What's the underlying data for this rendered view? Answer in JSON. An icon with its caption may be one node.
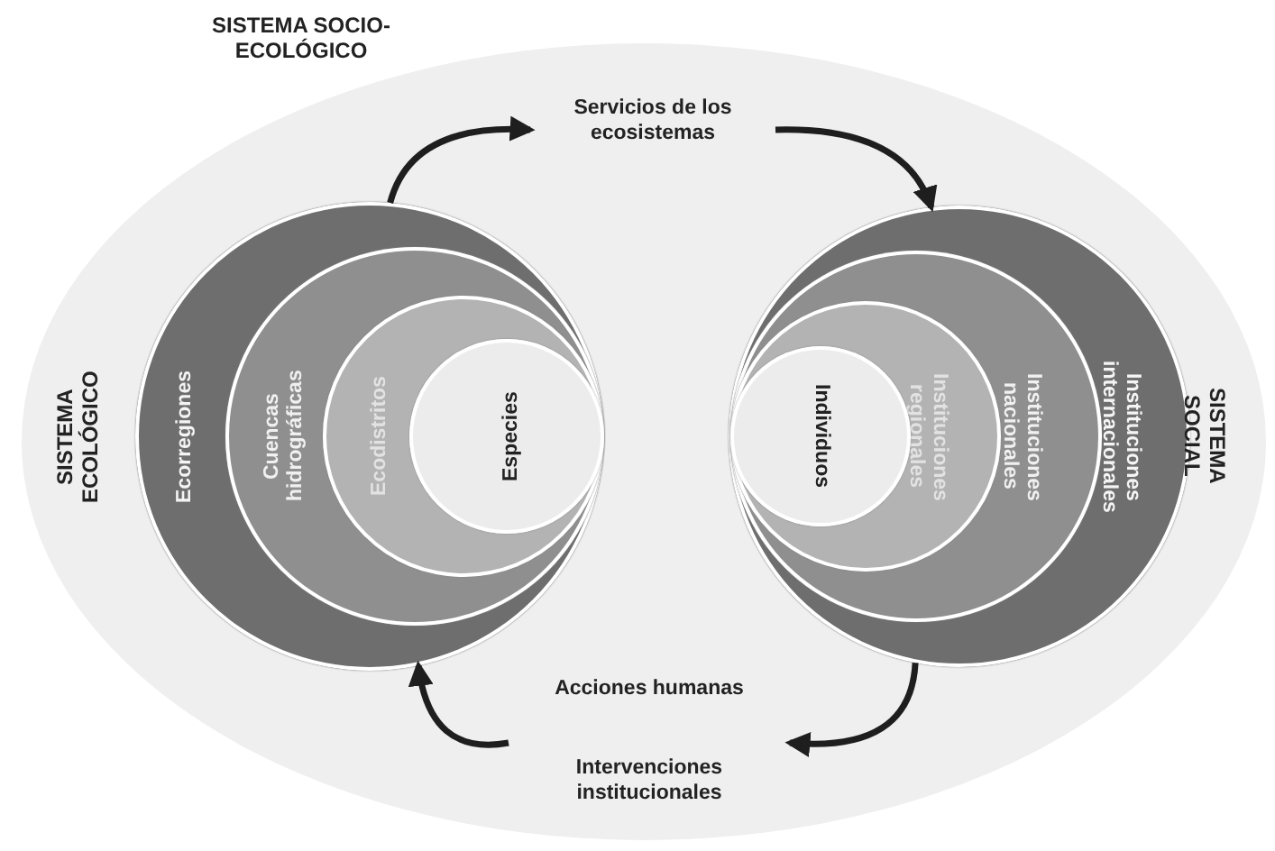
{
  "diagram": {
    "nodes": [
      {
        "text": [
          "SISTEMA SOCIO-ECOLÓGICO"
        ]
      },
      {
        "text": [
          "Ecorregiones"
        ],
        "beside": [
          "SISTEMA ECOLÓGICO"
        ],
        "in": 0
      },
      {
        "text": [
          "Cuencas hidrográficas"
        ],
        "in": 1
      },
      {
        "text": [
          "Ecodistritos"
        ],
        "in": 2
      },
      {
        "text": [
          "Especies"
        ],
        "in": 3
      },
      {
        "text": [
          "Instituciones internacionales"
        ],
        "beside": [
          "SISTEMA SOCIAL"
        ],
        "in": 0
      },
      {
        "text": [
          "Instituciones nacionales"
        ],
        "in": 5
      },
      {
        "text": [
          "Instituciones regionales"
        ],
        "in": 6
      },
      {
        "text": [
          "Individuos"
        ],
        "in": 7
      },
      {
        "text": [
          "Servicios de los ecosistemas"
        ],
        "in": 0
      },
      {
        "text": [
          "Acciones humanas",
          "Intervenciones institucionales"
        ],
        "in": 0
      }
    ],
    "edges": [
      {
        "from": 1,
        "to": 9,
        "arrow": "to"
      },
      {
        "from": 9,
        "to": 5,
        "arrow": "to"
      },
      {
        "from": 5,
        "to": 10,
        "arrow": "to"
      },
      {
        "from": 10,
        "to": 1,
        "arrow": "to"
      }
    ]
  }
}
